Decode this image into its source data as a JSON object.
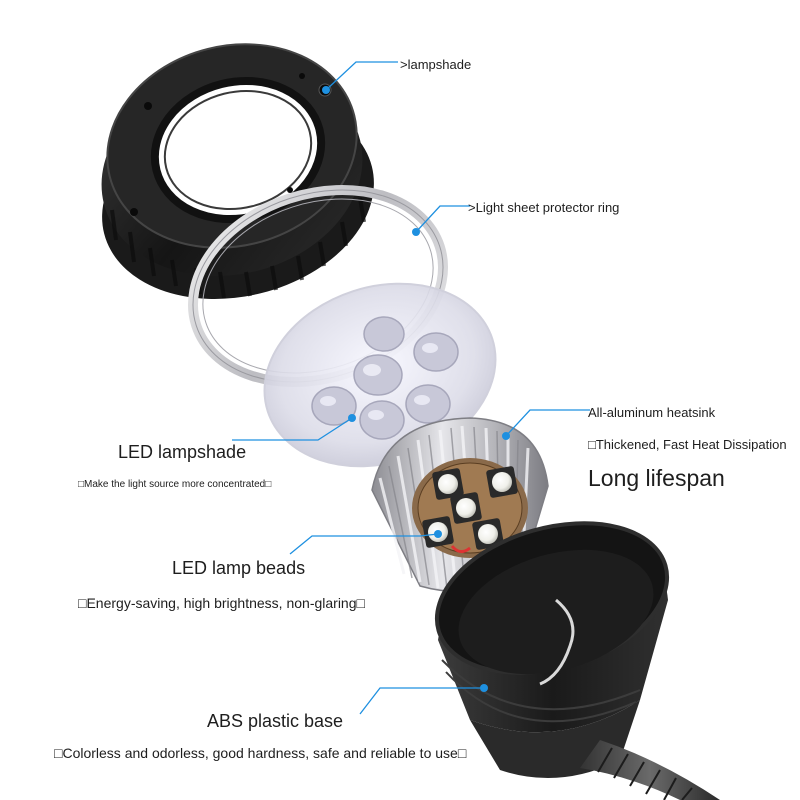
{
  "callouts": {
    "lampshade": ">lampshade",
    "protector_ring": ">Light sheet protector ring",
    "led_lampshade_title": "LED lampshade",
    "led_lampshade_note": "□Make the light source more concentrated□",
    "heatsink_title": "All-aluminum heatsink",
    "heatsink_note": "□Thickened, Fast Heat Dissipation",
    "heatsink_highlight": "Long lifespan",
    "lamp_beads_title": "LED lamp beads",
    "lamp_beads_note": "□Energy-saving, high brightness, non-glaring□",
    "base_title": "ABS plastic base",
    "base_note": "□Colorless and odorless, good hardness, safe and reliable to use□"
  },
  "colors": {
    "leader_line": "#1e90e0",
    "dot": "#1e90e0",
    "part_dark": "#1f1f1f",
    "aluminum": "#c9c9cc",
    "text": "#1e1e1e"
  }
}
